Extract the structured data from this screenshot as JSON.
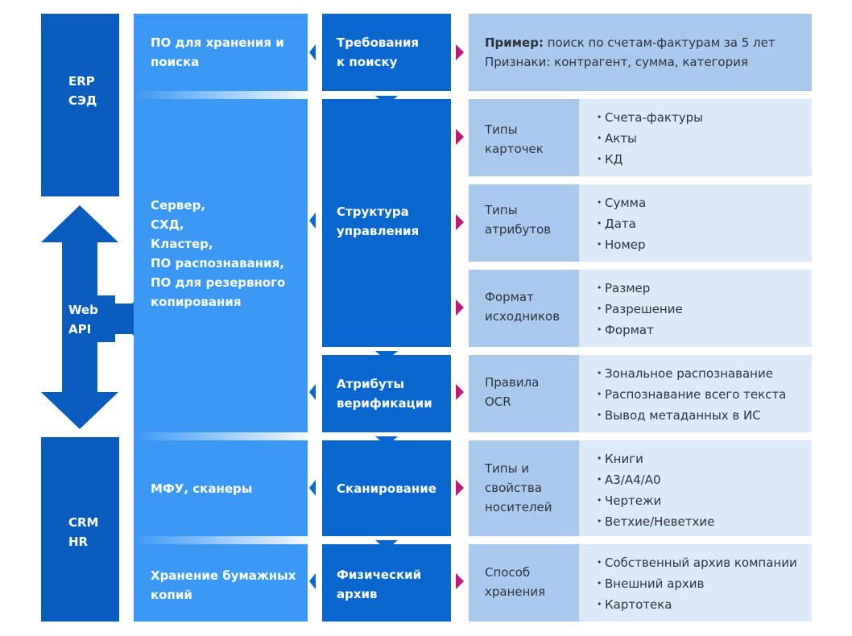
{
  "left": {
    "top_lines": [
      "ERP",
      "СЭД"
    ],
    "mid_lines": [
      "Web",
      "API"
    ],
    "bottom_lines": [
      "CRM",
      "HR"
    ]
  },
  "col2": {
    "top_lines": [
      "ПО для хранения и",
      "поиска"
    ],
    "server_lines": [
      "Сервер,",
      "СХД,",
      "Кластер,",
      "ПО распознавания,",
      "ПО для резервного",
      "копирования"
    ],
    "mfu": "МФУ, сканеры",
    "paper_lines": [
      "Хранение бумажных",
      "копий"
    ]
  },
  "col3": {
    "search_lines": [
      "Требования",
      "к поиску"
    ],
    "structure_lines": [
      "Структура",
      "управления"
    ],
    "verify_lines": [
      "Атрибуты",
      "верификации"
    ],
    "scan": "Сканирование",
    "archive_lines": [
      "Физический",
      "архив"
    ]
  },
  "example": {
    "bold": "Пример:",
    "line1_rest": " поиск по счетам-фактурам за 5 лет",
    "line2": "Признаки: контрагент, сумма, категория"
  },
  "rows": [
    {
      "label_lines": [
        "Типы",
        "карточек"
      ],
      "items": [
        "Счета-фактуры",
        "Акты",
        "КД"
      ]
    },
    {
      "label_lines": [
        "Типы",
        "атрибутов"
      ],
      "items": [
        "Сумма",
        "Дата",
        "Номер"
      ]
    },
    {
      "label_lines": [
        "Формат",
        "исходников"
      ],
      "items": [
        "Размер",
        "Разрешение",
        "Формат"
      ]
    },
    {
      "label_lines": [
        "Правила",
        "OCR"
      ],
      "items": [
        "Зональное распознавание",
        "Распознавание всего текста",
        "Вывод метаданных в ИС"
      ]
    },
    {
      "label_lines": [
        "Типы и",
        "свойства",
        "носителей"
      ],
      "items": [
        "Книги",
        "А3/А4/А0",
        "Чертежи",
        "Ветхие/Неветхие"
      ]
    },
    {
      "label_lines": [
        "Способ",
        "хранения"
      ],
      "items": [
        "Собственный архив компании",
        "Внешний архив",
        "Картотека"
      ]
    }
  ],
  "colors": {
    "dark_blue": "#0b5cbf",
    "light_blue": "#3b98f5",
    "pale_blue": "#a9caee",
    "paler_blue": "#dce9f8",
    "accent_magenta": "#c21978"
  }
}
